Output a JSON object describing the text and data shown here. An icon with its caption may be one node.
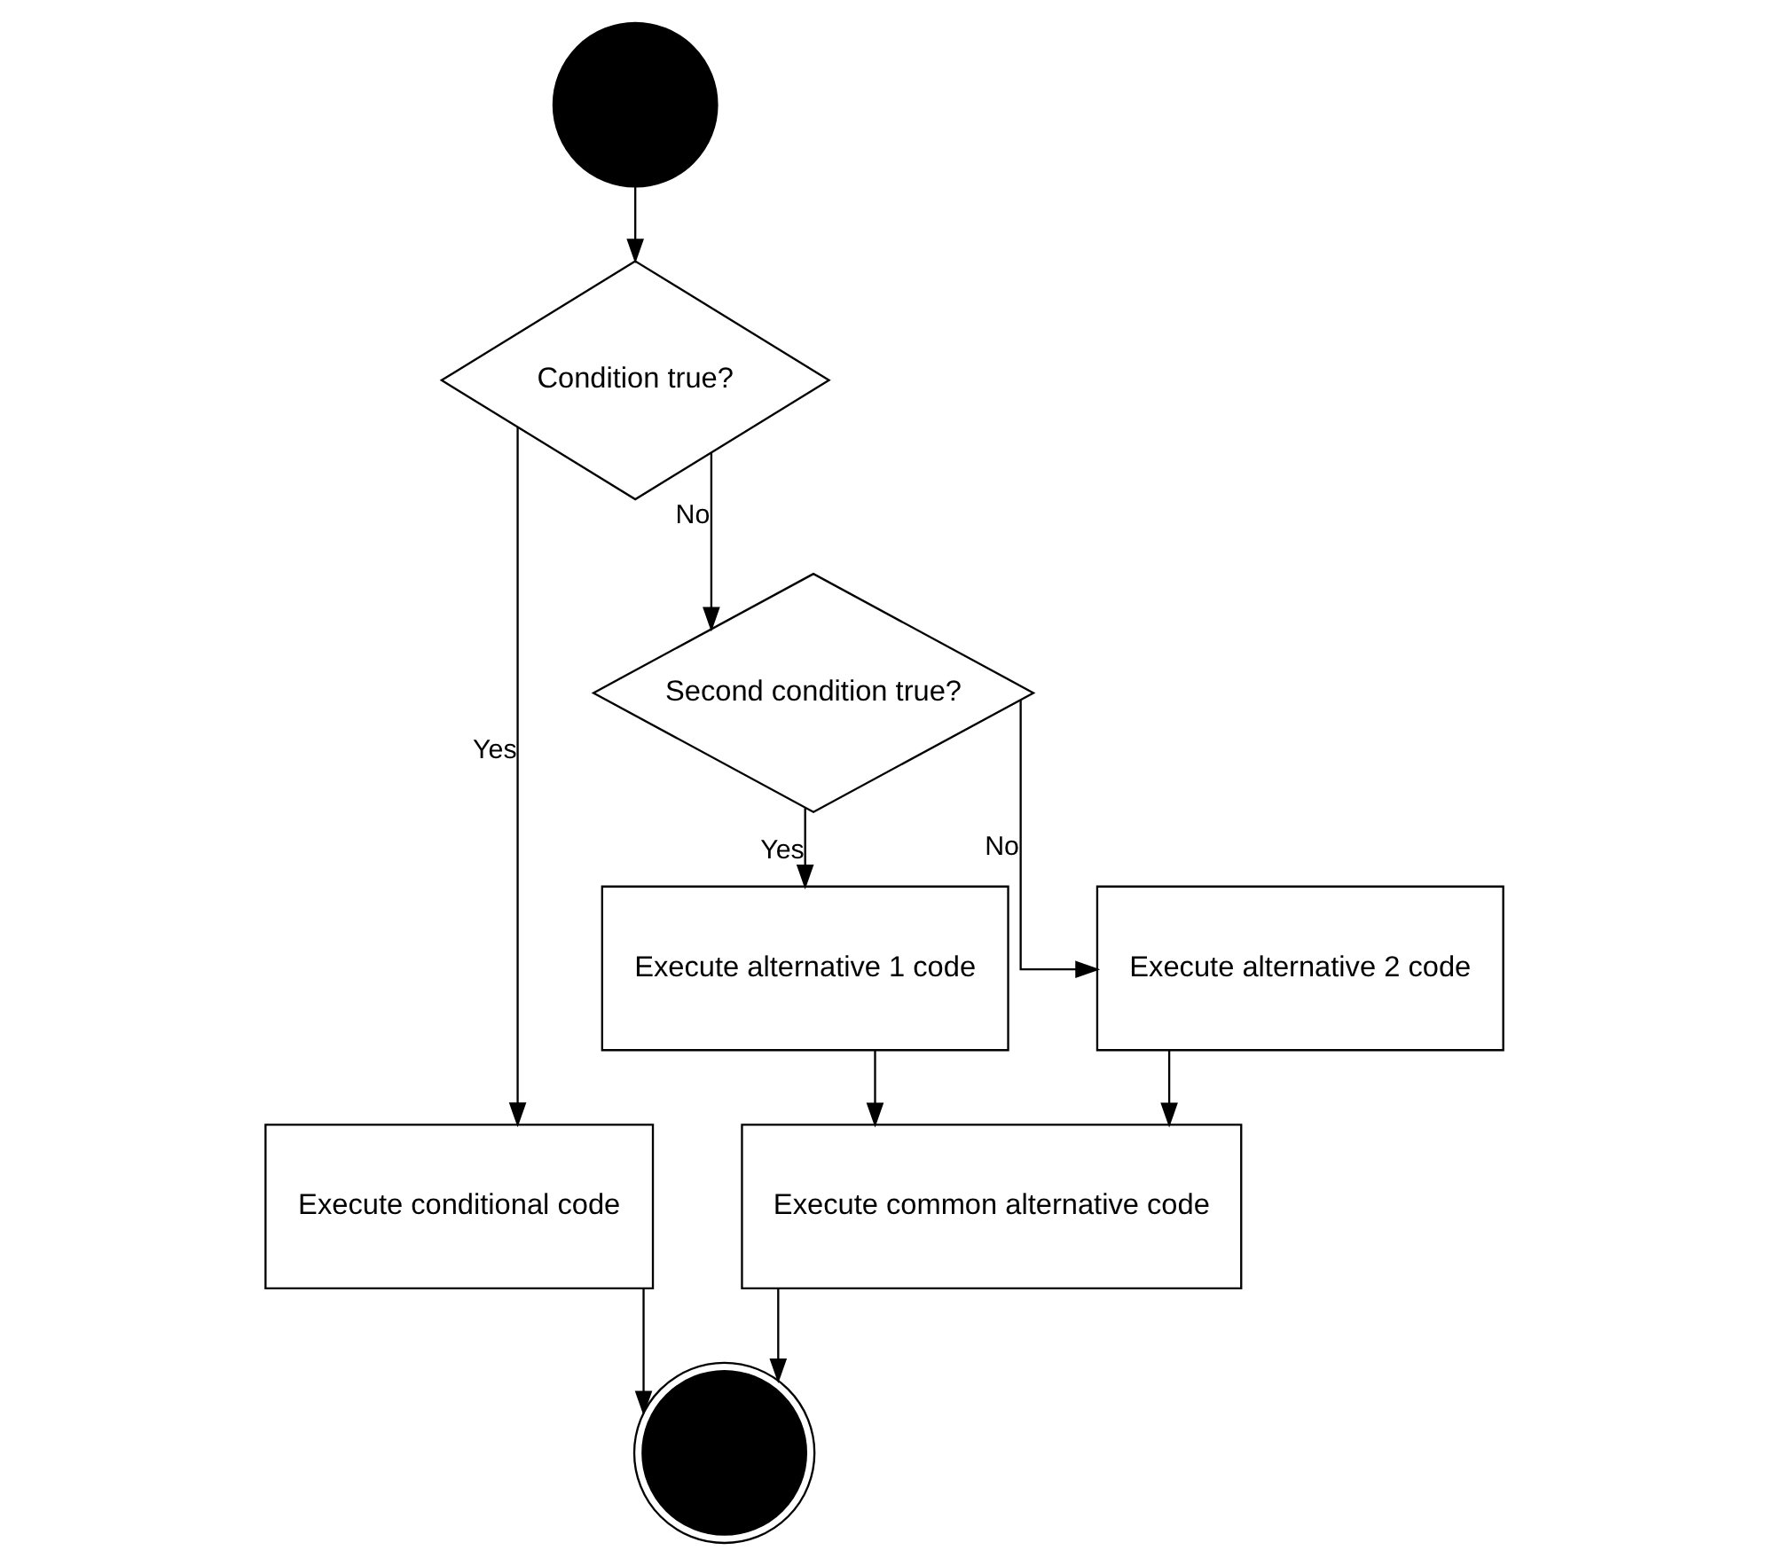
{
  "diagram": {
    "nodes": [
      {
        "text": [],
        "shape": "circle"
      },
      {
        "text": [
          "Condition true?"
        ]
      },
      {
        "text": [
          "Execute conditional code"
        ]
      },
      {
        "text": [
          "Second condition true?"
        ]
      },
      {
        "text": [
          "Execute alternative 1 code"
        ]
      },
      {
        "text": [
          "Execute alternative 2 code"
        ]
      },
      {
        "text": [
          "Execute common alternative code"
        ]
      },
      {
        "text": [],
        "shape": "circle"
      }
    ],
    "edges": [
      {
        "from": 0,
        "to": 1,
        "arrow": "to"
      },
      {
        "from": 1,
        "to": 2,
        "arrow": "to",
        "label": "Yes"
      },
      {
        "from": 1,
        "to": 3,
        "arrow": "to",
        "label": "No"
      },
      {
        "from": 3,
        "to": 4,
        "arrow": "to",
        "label": "Yes"
      },
      {
        "from": 3,
        "to": 5,
        "arrow": "to",
        "label": "No"
      },
      {
        "from": 2,
        "to": 7,
        "arrow": "to"
      },
      {
        "from": 4,
        "to": 6,
        "arrow": "to"
      },
      {
        "from": 5,
        "to": 6,
        "arrow": "to"
      },
      {
        "from": 6,
        "to": 7,
        "arrow": "to"
      }
    ]
  }
}
